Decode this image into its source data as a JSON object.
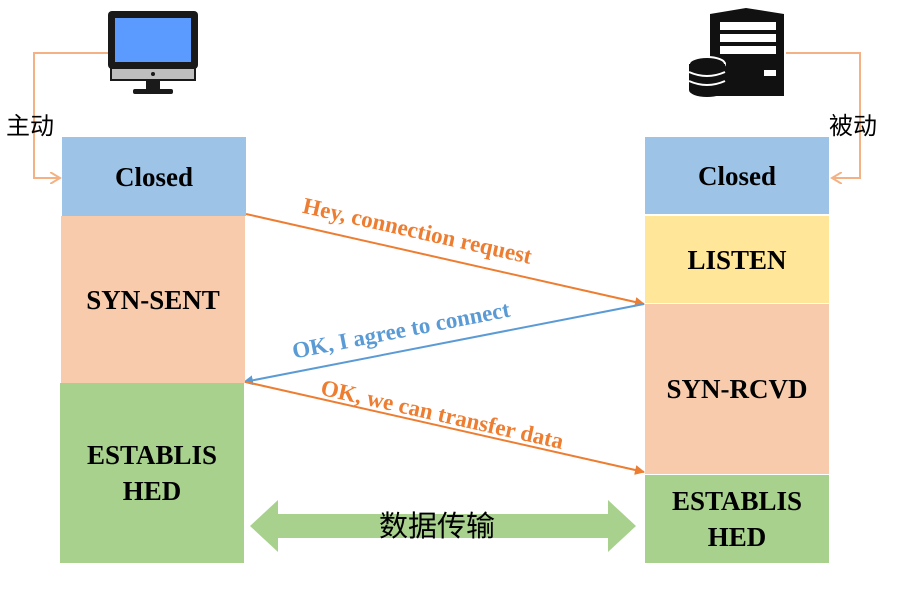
{
  "client": {
    "initiator_label": "主动",
    "states": {
      "closed": "Closed",
      "syn_sent": "SYN-SENT",
      "established_line1": "ESTABLIS",
      "established_line2": "HED"
    }
  },
  "server": {
    "initiator_label": "被动",
    "states": {
      "closed": "Closed",
      "listen": "LISTEN",
      "syn_rcvd": "SYN-RCVD",
      "established_line1": "ESTABLIS",
      "established_line2": "HED"
    }
  },
  "messages": {
    "request": "Hey, connection request",
    "agree": "OK, I agree to connect",
    "transfer": "OK, we can transfer data"
  },
  "data_transfer_label": "数据传输",
  "colors": {
    "closed": "#9DC3E6",
    "syn": "#F8CBAD",
    "listen": "#FFE699",
    "established": "#A9D18E",
    "orange_arrow": "#ED7D31",
    "blue_arrow": "#5B9BD5",
    "loop_arrow": "#F4B183",
    "green_arrow": "#A9D18E"
  }
}
